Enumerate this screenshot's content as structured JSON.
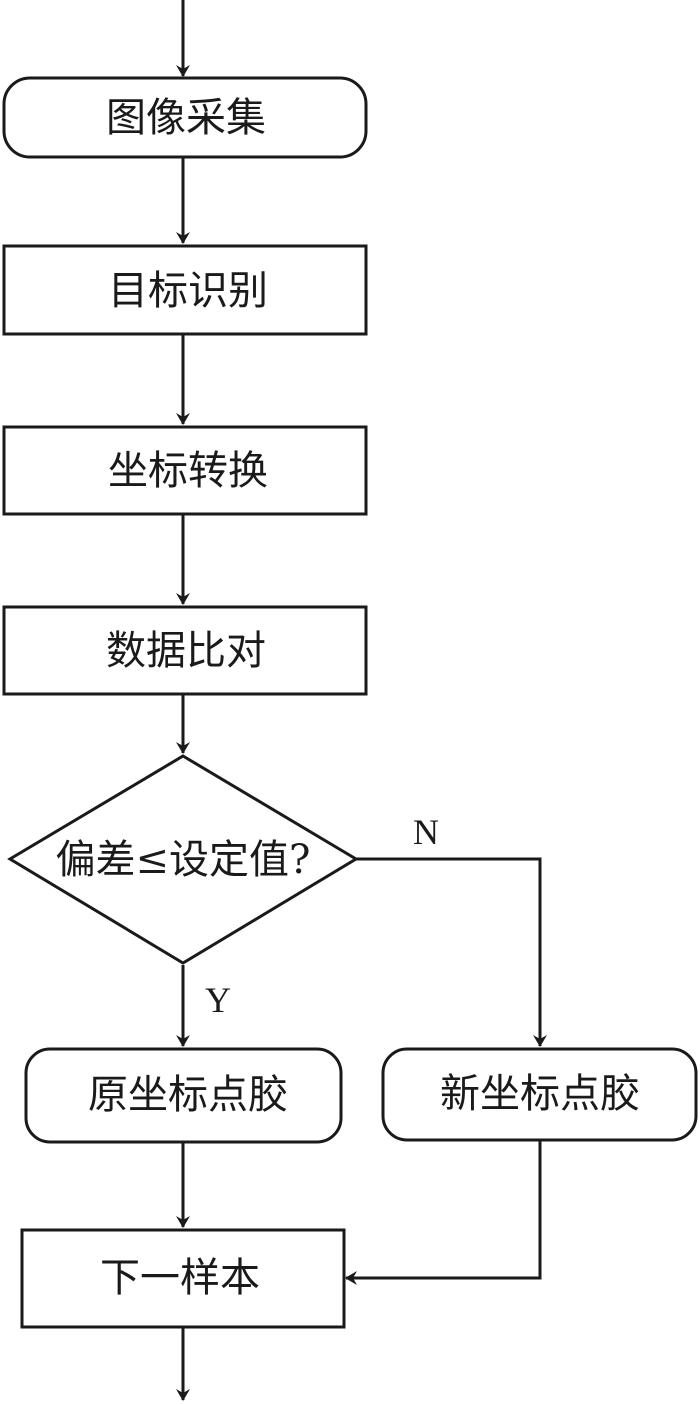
{
  "nodes": {
    "image_capture": "图像采集",
    "target_recognition": "目标识别",
    "coordinate_transform": "坐标转换",
    "data_comparison": "数据比对",
    "deviation_check": "偏差≤设定值?",
    "original_dispense": "原坐标点胶",
    "new_dispense": "新坐标点胶",
    "next_sample": "下一样本"
  },
  "edge_labels": {
    "yes": "Y",
    "no": "N"
  },
  "colors": {
    "stroke": "#1a1a1a",
    "fill": "#ffffff"
  }
}
